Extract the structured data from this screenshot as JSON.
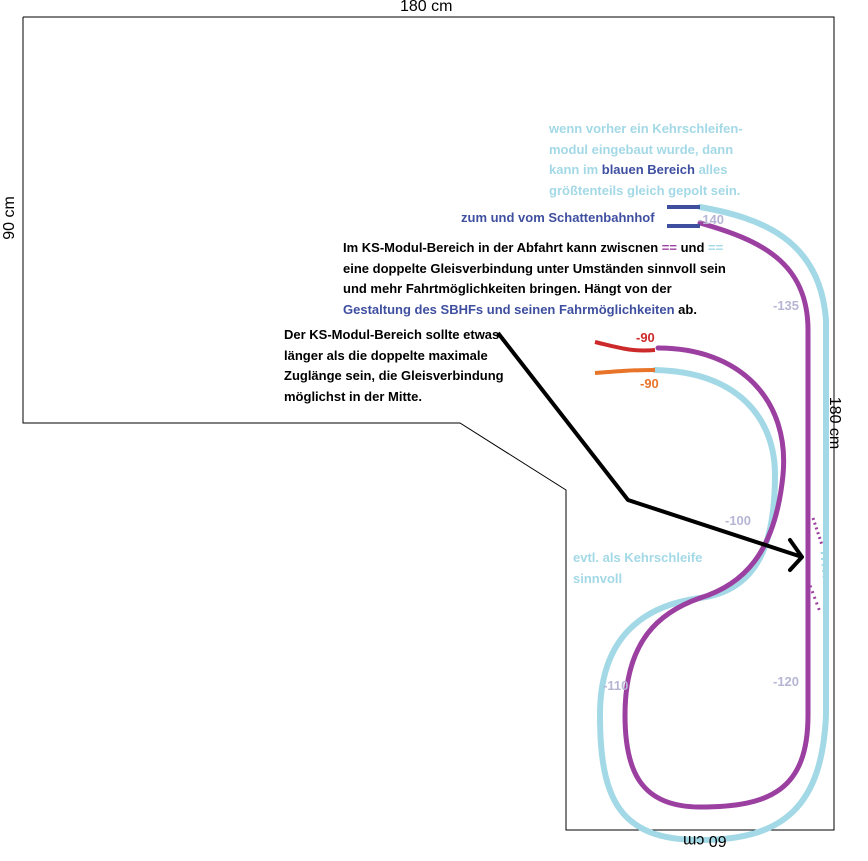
{
  "dimensions": {
    "top": "180 cm",
    "left": "90 cm",
    "right": "180 cm",
    "bottom": "60 cm"
  },
  "track_labels": {
    "t140": "-140",
    "t135": "-135",
    "t90_red": "-90",
    "t90_orange": "-90",
    "t100": "-100",
    "t110": "-110",
    "t120": "-120"
  },
  "notes": {
    "blue_area": {
      "line1": "wenn vorher ein Kehrschleifen-",
      "line2": "modul eingebaut wurde, dann",
      "line3_a": "kann im ",
      "line3_b": "blauen Bereich",
      "line3_c": " alles",
      "line4": "größtenteils gleich gepolt sein."
    },
    "shadow_station": "zum und vom Schattenbahnhof",
    "ks_exit": {
      "line1_a": "Im KS-Modul-Bereich in der Abfahrt kann zwiscnen ",
      "line1_b": "==",
      "line1_c": " und ",
      "line1_d": "==",
      "line2": "eine doppelte Gleisverbindung unter Umständen sinnvoll sein",
      "line3": "und mehr Fahrtmöglichkeiten bringen. Hängt von der",
      "line4_a": "Gestaltung des SBHFs und seinen Fahrmöglichkeiten",
      "line4_b": " ab."
    },
    "ks_length": {
      "line1": "Der KS-Modul-Bereich sollte etwas",
      "line2": "länger als die doppelte maximale",
      "line3": "Zuglänge sein, die Gleisverbindung",
      "line4": "möglichst in der Mitte."
    },
    "reverse_loop": {
      "line1": "evtl. als Kehrschleife",
      "line2": "sinnvoll"
    }
  },
  "colors": {
    "outline": "#000000",
    "light_blue_track": "#a3d9e6",
    "purple_track": "#9b3fa0",
    "dark_blue_track": "#3f4fa0",
    "red_track": "#cc2a2a",
    "orange_track": "#e8742a"
  }
}
